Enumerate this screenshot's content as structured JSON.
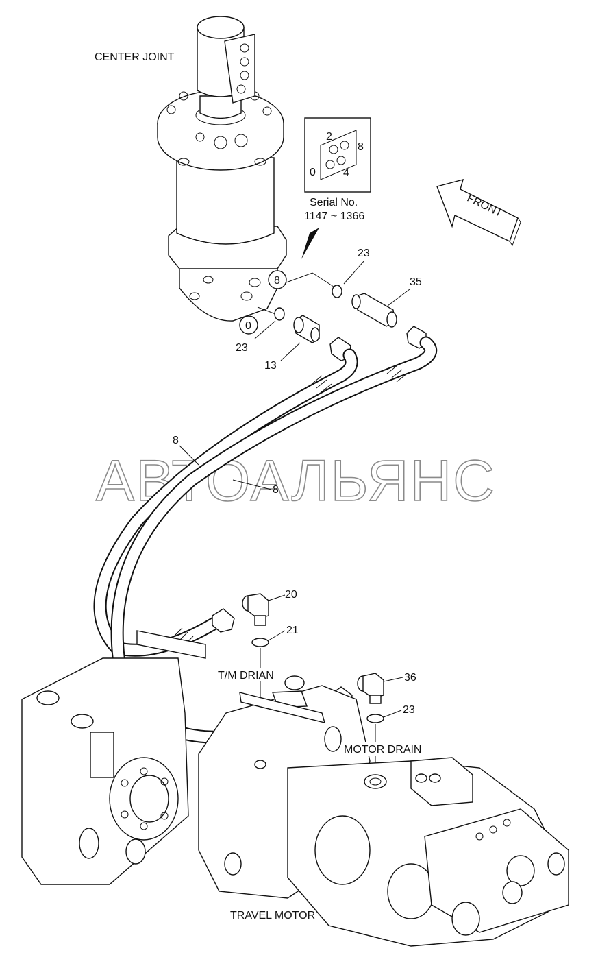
{
  "labels": {
    "center_joint": "CENTER JOINT",
    "serial_line1": "Serial No.",
    "serial_line2": "1147 ~ 1366",
    "front": "FRONT",
    "tm_drain": "T/M DRIAN",
    "motor_drain": "MOTOR DRAIN",
    "travel_motor": "TRAVEL MOTOR",
    "watermark": "АВТОАЛЬЯНС"
  },
  "inset": {
    "port_top": "2",
    "port_right": "8",
    "port_left": "0",
    "port_bottom": "4"
  },
  "port_circles": {
    "port_8": "8",
    "port_0": "0"
  },
  "callouts": {
    "c23_top": "23",
    "c35": "35",
    "c23_left": "23",
    "c13": "13",
    "c8_upper": "8",
    "c8_lower": "8",
    "c20": "20",
    "c21": "21",
    "c36": "36",
    "c23_bottom": "23"
  }
}
